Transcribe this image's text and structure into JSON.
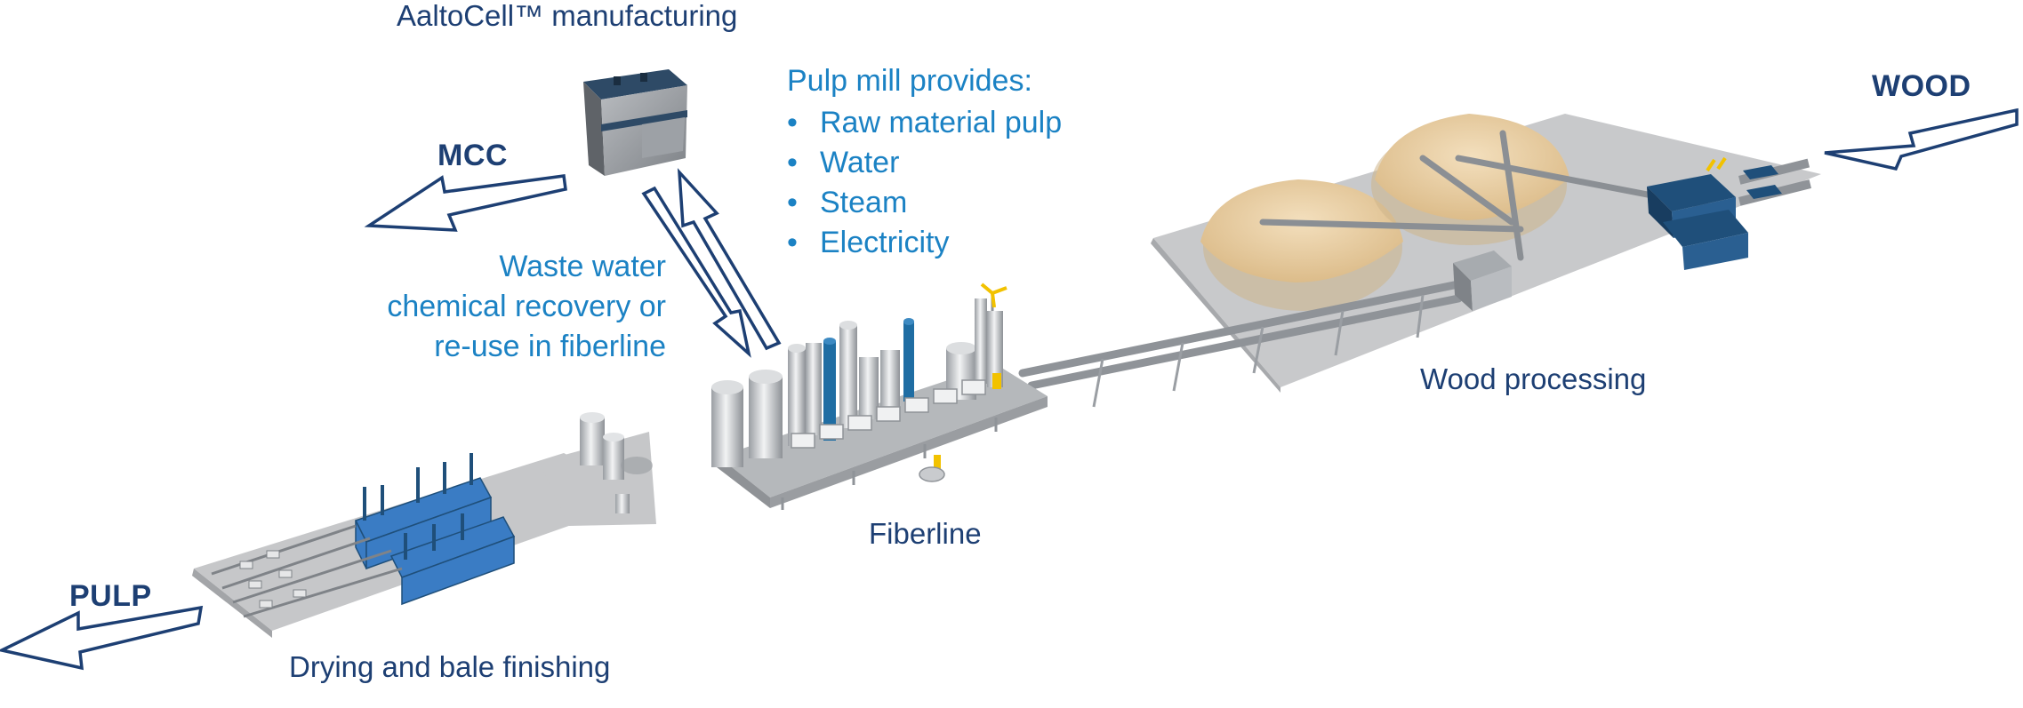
{
  "labels": {
    "aaltocell": "AaltoCell™ manufacturing",
    "mcc": "MCC",
    "pulp": "PULP",
    "wood": "WOOD",
    "fiberline": "Fiberline",
    "wood_processing": "Wood processing",
    "drying": "Drying and bale finishing"
  },
  "pulp_mill": {
    "heading": "Pulp mill provides:",
    "items": [
      "Raw material pulp",
      "Water",
      "Steam",
      "Electricity"
    ]
  },
  "waste_water": {
    "lines": [
      "Waste water",
      "chemical recovery or",
      "re-use in fiberline"
    ]
  },
  "colors": {
    "dark_blue": "#1d3f73",
    "light_blue": "#1b82c4",
    "platform_gray": "#c9cacc",
    "sawdust": "#e9cfa4",
    "equipment_blue": "#3a7cc4"
  }
}
